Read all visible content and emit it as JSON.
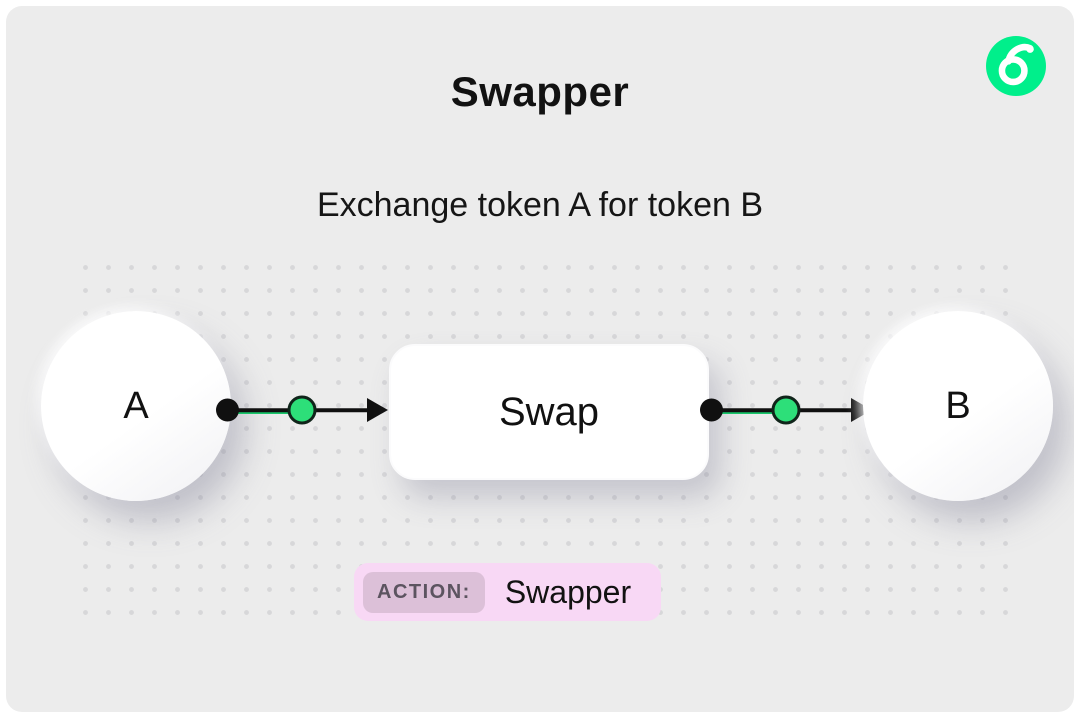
{
  "header": {
    "title": "Swapper",
    "subtitle": "Exchange token A for token B"
  },
  "diagram": {
    "node_a_label": "A",
    "node_b_label": "B",
    "swap_label": "Swap"
  },
  "badge": {
    "label": "ACTION:",
    "value": "Swapper"
  },
  "icons": {
    "logo": "flow-logo"
  },
  "colors": {
    "background": "#ECECEC",
    "accent_green": "#00EF8B",
    "connector_black": "#101010",
    "badge_bg": "#F8D8F5",
    "badge_label_bg": "#DCC0D8"
  }
}
